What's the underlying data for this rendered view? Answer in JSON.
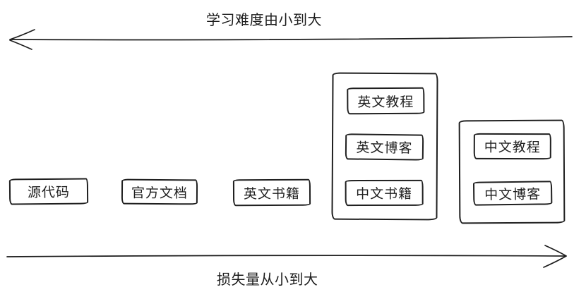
{
  "top_axis": {
    "label": "学习难度由小到大",
    "direction": "left"
  },
  "bottom_axis": {
    "label": "损失量从小到大",
    "direction": "right"
  },
  "standalone_boxes": [
    {
      "label": "源代码"
    },
    {
      "label": "官方文档"
    },
    {
      "label": "英文书籍"
    }
  ],
  "groups": [
    {
      "items": [
        {
          "label": "英文教程"
        },
        {
          "label": "英文博客"
        },
        {
          "label": "中文书籍"
        }
      ]
    },
    {
      "items": [
        {
          "label": "中文教程"
        },
        {
          "label": "中文博客"
        }
      ]
    }
  ],
  "colors": {
    "stroke": "#1c1c1c",
    "background": "#ffffff"
  }
}
